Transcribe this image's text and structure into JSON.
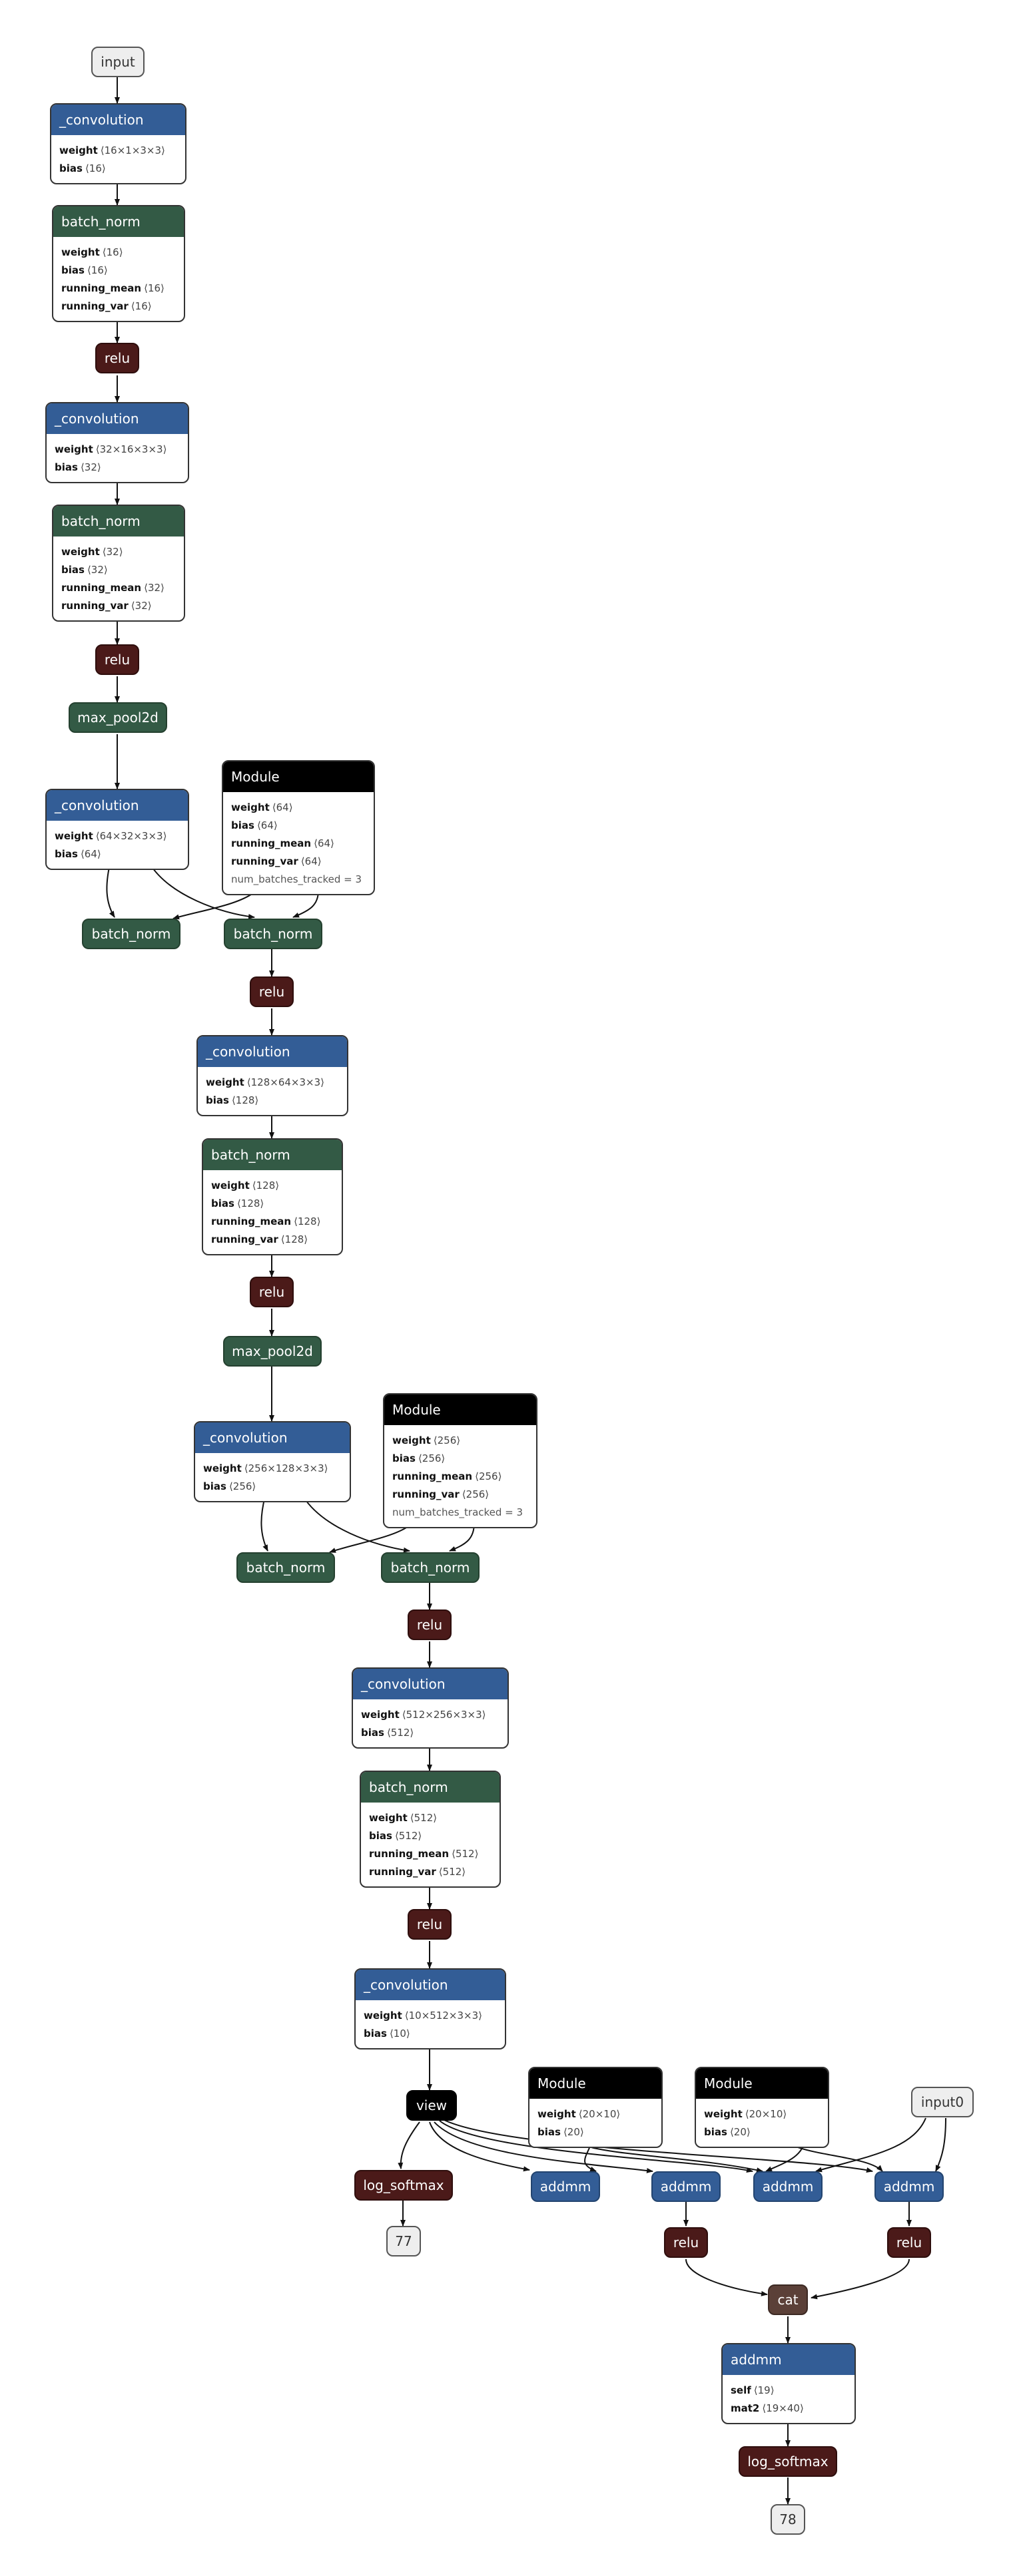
{
  "colors": {
    "conv": "#335d96",
    "norm": "#335a45",
    "relu": "#4b1a19",
    "module": "#000000",
    "cat": "#5b4038",
    "io": "#eeeeee"
  },
  "labels": {
    "input": "input",
    "input0": "input0",
    "convolution": "_convolution",
    "batch_norm": "batch_norm",
    "relu": "relu",
    "max_pool2d": "max_pool2d",
    "module": "Module",
    "view": "view",
    "log_softmax": "log_softmax",
    "addmm": "addmm",
    "cat": "cat",
    "out77": "77",
    "out78": "78"
  },
  "conv1": [
    {
      "name": "weight",
      "shape": "⟨16×1×3×3⟩"
    },
    {
      "name": "bias",
      "shape": "⟨16⟩"
    }
  ],
  "bn1": [
    {
      "name": "weight",
      "shape": "⟨16⟩"
    },
    {
      "name": "bias",
      "shape": "⟨16⟩"
    },
    {
      "name": "running_mean",
      "shape": "⟨16⟩"
    },
    {
      "name": "running_var",
      "shape": "⟨16⟩"
    }
  ],
  "conv2": [
    {
      "name": "weight",
      "shape": "⟨32×16×3×3⟩"
    },
    {
      "name": "bias",
      "shape": "⟨32⟩"
    }
  ],
  "bn2": [
    {
      "name": "weight",
      "shape": "⟨32⟩"
    },
    {
      "name": "bias",
      "shape": "⟨32⟩"
    },
    {
      "name": "running_mean",
      "shape": "⟨32⟩"
    },
    {
      "name": "running_var",
      "shape": "⟨32⟩"
    }
  ],
  "conv3": [
    {
      "name": "weight",
      "shape": "⟨64×32×3×3⟩"
    },
    {
      "name": "bias",
      "shape": "⟨64⟩"
    }
  ],
  "module1": [
    {
      "name": "weight",
      "shape": "⟨64⟩"
    },
    {
      "name": "bias",
      "shape": "⟨64⟩"
    },
    {
      "name": "running_mean",
      "shape": "⟨64⟩"
    },
    {
      "name": "running_var",
      "shape": "⟨64⟩"
    }
  ],
  "module1_note": "num_batches_tracked = 3",
  "conv4": [
    {
      "name": "weight",
      "shape": "⟨128×64×3×3⟩"
    },
    {
      "name": "bias",
      "shape": "⟨128⟩"
    }
  ],
  "bn4": [
    {
      "name": "weight",
      "shape": "⟨128⟩"
    },
    {
      "name": "bias",
      "shape": "⟨128⟩"
    },
    {
      "name": "running_mean",
      "shape": "⟨128⟩"
    },
    {
      "name": "running_var",
      "shape": "⟨128⟩"
    }
  ],
  "conv5": [
    {
      "name": "weight",
      "shape": "⟨256×128×3×3⟩"
    },
    {
      "name": "bias",
      "shape": "⟨256⟩"
    }
  ],
  "module2": [
    {
      "name": "weight",
      "shape": "⟨256⟩"
    },
    {
      "name": "bias",
      "shape": "⟨256⟩"
    },
    {
      "name": "running_mean",
      "shape": "⟨256⟩"
    },
    {
      "name": "running_var",
      "shape": "⟨256⟩"
    }
  ],
  "module2_note": "num_batches_tracked = 3",
  "conv6": [
    {
      "name": "weight",
      "shape": "⟨512×256×3×3⟩"
    },
    {
      "name": "bias",
      "shape": "⟨512⟩"
    }
  ],
  "bn6": [
    {
      "name": "weight",
      "shape": "⟨512⟩"
    },
    {
      "name": "bias",
      "shape": "⟨512⟩"
    },
    {
      "name": "running_mean",
      "shape": "⟨512⟩"
    },
    {
      "name": "running_var",
      "shape": "⟨512⟩"
    }
  ],
  "conv7": [
    {
      "name": "weight",
      "shape": "⟨10×512×3×3⟩"
    },
    {
      "name": "bias",
      "shape": "⟨10⟩"
    }
  ],
  "module3": [
    {
      "name": "weight",
      "shape": "⟨20×10⟩"
    },
    {
      "name": "bias",
      "shape": "⟨20⟩"
    }
  ],
  "module4": [
    {
      "name": "weight",
      "shape": "⟨20×10⟩"
    },
    {
      "name": "bias",
      "shape": "⟨20⟩"
    }
  ],
  "addmm_final": [
    {
      "name": "self",
      "shape": "⟨19⟩"
    },
    {
      "name": "mat2",
      "shape": "⟨19×40⟩"
    }
  ]
}
